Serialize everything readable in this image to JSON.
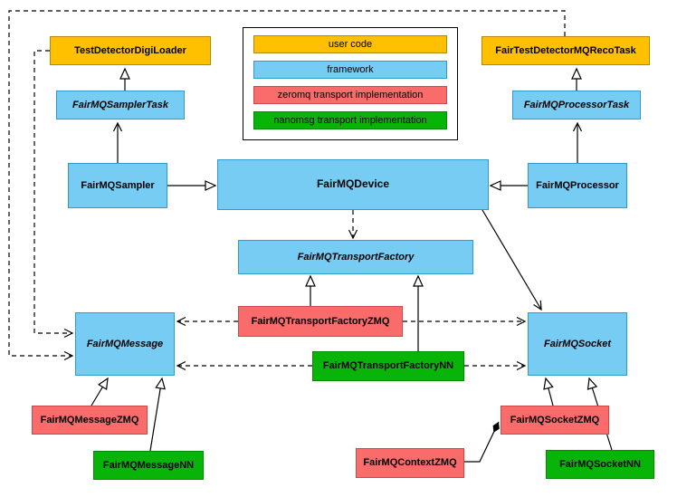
{
  "colors": {
    "user_code": "#FFC000",
    "framework": "#76CCF3",
    "zeromq": "#FA6B6B",
    "nanomsg": "#09B409",
    "background": "#FFFFFF",
    "line": "#000000"
  },
  "legend": {
    "items": [
      {
        "label": "user code",
        "color": "#FFC000"
      },
      {
        "label": "framework",
        "color": "#76CCF3"
      },
      {
        "label": "zeromq transport implementation",
        "color": "#FA6B6B"
      },
      {
        "label": "nanomsg transport implementation",
        "color": "#09B409"
      }
    ]
  },
  "nodes": {
    "testDetectorDigiLoader": {
      "label": "TestDetectorDigiLoader",
      "category": "user code",
      "abstract": false
    },
    "fairTestDetectorMQRecoTask": {
      "label": "FairTestDetectorMQRecoTask",
      "category": "user code",
      "abstract": false
    },
    "fairMQSamplerTask": {
      "label": "FairMQSamplerTask",
      "category": "framework",
      "abstract": true
    },
    "fairMQProcessorTask": {
      "label": "FairMQProcessorTask",
      "category": "framework",
      "abstract": true
    },
    "fairMQSampler": {
      "label": "FairMQSampler",
      "category": "framework",
      "abstract": false
    },
    "fairMQDevice": {
      "label": "FairMQDevice",
      "category": "framework",
      "abstract": false
    },
    "fairMQProcessor": {
      "label": "FairMQProcessor",
      "category": "framework",
      "abstract": false
    },
    "fairMQTransportFactory": {
      "label": "FairMQTransportFactory",
      "category": "framework",
      "abstract": true
    },
    "fairMQTransportFactoryZMQ": {
      "label": "FairMQTransportFactoryZMQ",
      "category": "zeromq",
      "abstract": false
    },
    "fairMQTransportFactoryNN": {
      "label": "FairMQTransportFactoryNN",
      "category": "nanomsg",
      "abstract": false
    },
    "fairMQMessage": {
      "label": "FairMQMessage",
      "category": "framework",
      "abstract": true
    },
    "fairMQSocket": {
      "label": "FairMQSocket",
      "category": "framework",
      "abstract": true
    },
    "fairMQMessageZMQ": {
      "label": "FairMQMessageZMQ",
      "category": "zeromq",
      "abstract": false
    },
    "fairMQMessageNN": {
      "label": "FairMQMessageNN",
      "category": "nanomsg",
      "abstract": false
    },
    "fairMQContextZMQ": {
      "label": "FairMQContextZMQ",
      "category": "zeromq",
      "abstract": false
    },
    "fairMQSocketZMQ": {
      "label": "FairMQSocketZMQ",
      "category": "zeromq",
      "abstract": false
    },
    "fairMQSocketNN": {
      "label": "FairMQSocketNN",
      "category": "nanomsg",
      "abstract": false
    }
  },
  "edges": [
    {
      "from": "TestDetectorDigiLoader",
      "to": "FairMQSamplerTask",
      "relation": "inheritance",
      "line": "solid"
    },
    {
      "from": "FairTestDetectorMQRecoTask",
      "to": "FairMQProcessorTask",
      "relation": "inheritance",
      "line": "solid"
    },
    {
      "from": "FairMQSampler",
      "to": "FairMQSamplerTask",
      "relation": "association",
      "line": "solid"
    },
    {
      "from": "FairMQProcessor",
      "to": "FairMQProcessorTask",
      "relation": "association",
      "line": "solid"
    },
    {
      "from": "FairMQSampler",
      "to": "FairMQDevice",
      "relation": "inheritance",
      "line": "solid"
    },
    {
      "from": "FairMQProcessor",
      "to": "FairMQDevice",
      "relation": "inheritance",
      "line": "solid"
    },
    {
      "from": "FairMQDevice",
      "to": "FairMQTransportFactory",
      "relation": "dependency",
      "line": "dashed"
    },
    {
      "from": "FairMQDevice",
      "to": "FairMQSocket",
      "relation": "association",
      "line": "solid"
    },
    {
      "from": "FairMQTransportFactoryZMQ",
      "to": "FairMQTransportFactory",
      "relation": "inheritance",
      "line": "solid"
    },
    {
      "from": "FairMQTransportFactoryNN",
      "to": "FairMQTransportFactory",
      "relation": "inheritance",
      "line": "solid"
    },
    {
      "from": "FairMQTransportFactoryZMQ",
      "to": "FairMQMessage",
      "relation": "dependency",
      "line": "dashed"
    },
    {
      "from": "FairMQTransportFactoryZMQ",
      "to": "FairMQSocket",
      "relation": "dependency",
      "line": "dashed"
    },
    {
      "from": "FairMQTransportFactoryNN",
      "to": "FairMQMessage",
      "relation": "dependency",
      "line": "dashed"
    },
    {
      "from": "FairMQTransportFactoryNN",
      "to": "FairMQSocket",
      "relation": "dependency",
      "line": "dashed"
    },
    {
      "from": "FairMQMessageZMQ",
      "to": "FairMQMessage",
      "relation": "inheritance",
      "line": "solid"
    },
    {
      "from": "FairMQMessageNN",
      "to": "FairMQMessage",
      "relation": "inheritance",
      "line": "solid"
    },
    {
      "from": "FairMQSocketZMQ",
      "to": "FairMQSocket",
      "relation": "inheritance",
      "line": "solid"
    },
    {
      "from": "FairMQSocketNN",
      "to": "FairMQSocket",
      "relation": "inheritance",
      "line": "solid"
    },
    {
      "from": "FairMQContextZMQ",
      "to": "FairMQSocketZMQ",
      "relation": "composition",
      "line": "solid"
    },
    {
      "from": "TestDetectorDigiLoader",
      "to": "FairMQMessage",
      "relation": "dependency",
      "line": "dashed"
    },
    {
      "from": "FairTestDetectorMQRecoTask",
      "to": "FairMQMessage",
      "relation": "dependency",
      "line": "dashed"
    }
  ]
}
